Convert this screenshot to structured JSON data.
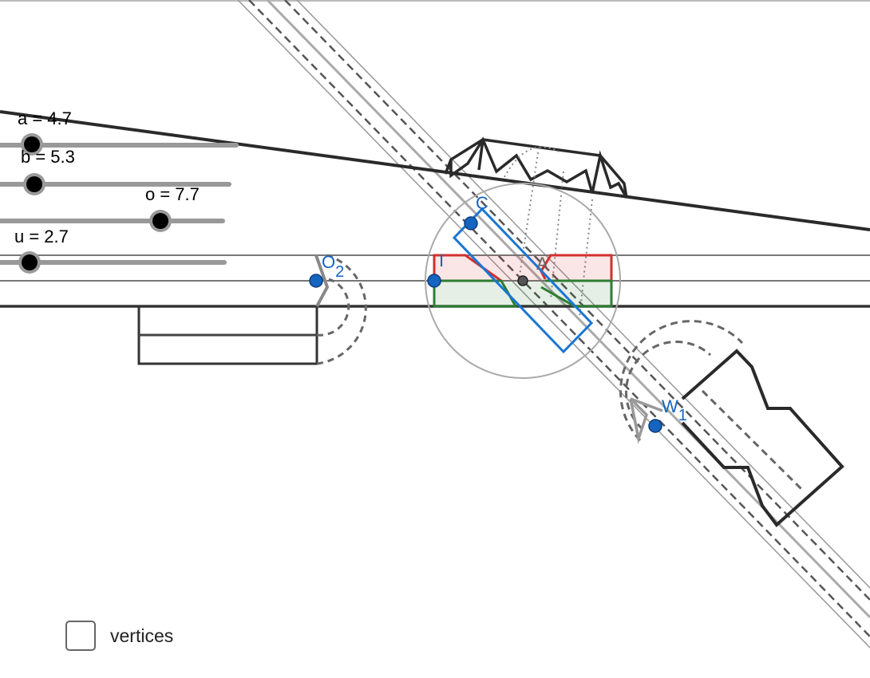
{
  "sliders": [
    {
      "name": "a",
      "value": "4.7",
      "text": "a = 4.7"
    },
    {
      "name": "b",
      "value": "5.3",
      "text": "b = 5.3"
    },
    {
      "name": "o",
      "value": "7.7",
      "text": "o = 7.7"
    },
    {
      "name": "u",
      "value": "2.7",
      "text": "u = 2.7"
    }
  ],
  "points": {
    "O2": {
      "main": "O",
      "sub": "2"
    },
    "I": {
      "main": "I"
    },
    "C": {
      "main": "C"
    },
    "A": {
      "main": "A"
    },
    "W1": {
      "main": "W",
      "sub": "1"
    }
  },
  "checkbox": {
    "label": "vertices",
    "checked": false
  },
  "colors": {
    "point_blue": "#1565c0",
    "red_region": "#d32f2f",
    "green_region": "#2e7d32",
    "blue_rect": "#1976d2",
    "dark_line": "#222222",
    "gray_line": "#888888",
    "slider_track": "#999999"
  }
}
